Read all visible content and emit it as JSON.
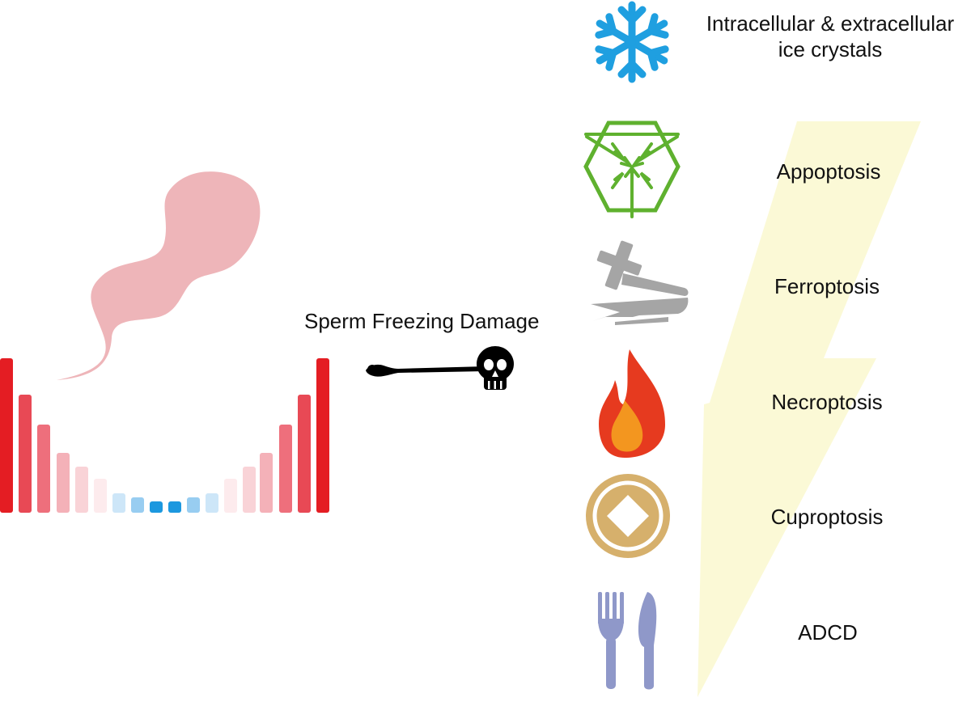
{
  "title": "Sperm Freezing Damage",
  "colors": {
    "sperm": "#eeb5b9",
    "bar_hot": "#e41d23",
    "bar_cold": "#0a8fd6",
    "ice": "#1f9fe0",
    "apoptosis": "#5fb12f",
    "ferroptosis": "#a5a5a5",
    "flame_outer": "#e63a1f",
    "flame_inner": "#f3961f",
    "coin": "#d6b06c",
    "cutlery": "#8f98c9",
    "lightning": "#fbf9d6"
  },
  "items": [
    {
      "id": "ice",
      "icon": "snowflake-icon",
      "label_lines": [
        "Intracellular & extracellular",
        "ice crystals"
      ]
    },
    {
      "id": "apoptosis",
      "icon": "hexagon-arrows-icon",
      "label": "Appoptosis"
    },
    {
      "id": "ferroptosis",
      "icon": "anvil-hammer-icon",
      "label": "Ferroptosis"
    },
    {
      "id": "necroptosis",
      "icon": "flame-icon",
      "label": "Necroptosis"
    },
    {
      "id": "cuproptosis",
      "icon": "copper-coin-icon",
      "label": "Cuproptosis"
    },
    {
      "id": "adcd",
      "icon": "fork-knife-icon",
      "label": "ADCD"
    }
  ]
}
